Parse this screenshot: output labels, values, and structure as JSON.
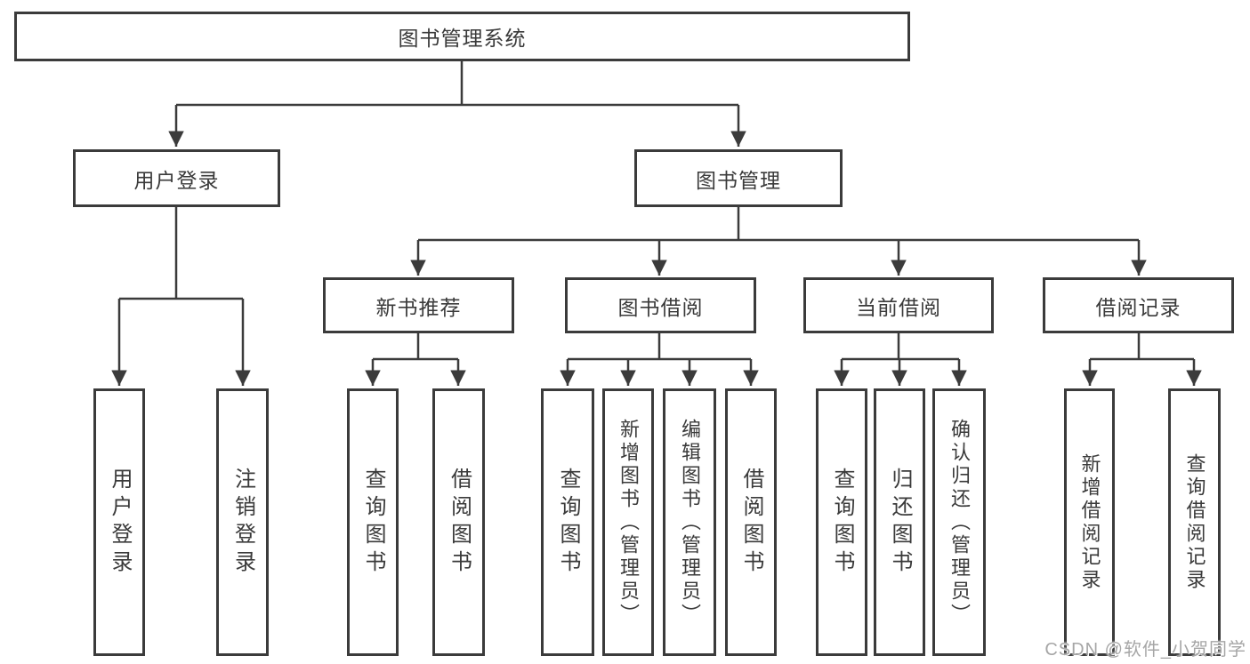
{
  "colors": {
    "line": "#3b3b3b",
    "text": "#3a3a3a",
    "box_background": "#ffffff",
    "page_background": "#ffffff",
    "watermark": "#a6a6a6"
  },
  "nodes": {
    "root": {
      "label": "图书管理系统"
    },
    "level2": [
      {
        "label": "用户登录"
      },
      {
        "label": "图书管理"
      }
    ],
    "level3": [
      {
        "label": "新书推荐",
        "parent": "图书管理"
      },
      {
        "label": "图书借阅",
        "parent": "图书管理"
      },
      {
        "label": "当前借阅",
        "parent": "图书管理"
      },
      {
        "label": "借阅记录",
        "parent": "图书管理"
      }
    ],
    "leaves": [
      {
        "label": "用户登录",
        "parent": "用户登录"
      },
      {
        "label": "注销登录",
        "parent": "用户登录"
      },
      {
        "label": "查询图书",
        "parent": "新书推荐"
      },
      {
        "label": "借阅图书",
        "parent": "新书推荐"
      },
      {
        "label": "查询图书",
        "parent": "图书借阅"
      },
      {
        "label": "新增图书（管理员）",
        "parent": "图书借阅"
      },
      {
        "label": "编辑图书（管理员）",
        "parent": "图书借阅"
      },
      {
        "label": "借阅图书",
        "parent": "图书借阅"
      },
      {
        "label": "查询图书",
        "parent": "当前借阅"
      },
      {
        "label": "归还图书",
        "parent": "当前借阅"
      },
      {
        "label": "确认归还（管理员）",
        "parent": "当前借阅"
      },
      {
        "label": "新增借阅记录",
        "parent": "借阅记录"
      },
      {
        "label": "查询借阅记录",
        "parent": "借阅记录"
      }
    ]
  },
  "watermark": {
    "text": "CSDN @软件_小贺同学"
  }
}
